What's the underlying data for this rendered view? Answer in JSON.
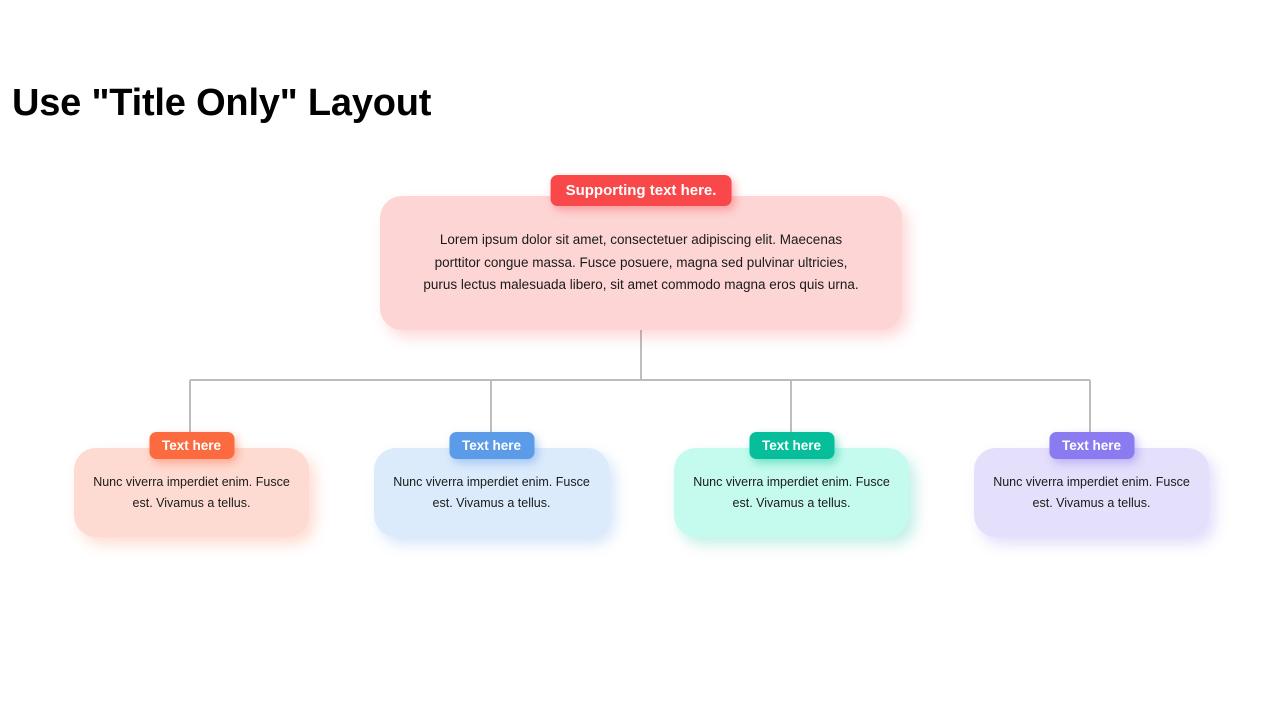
{
  "slide": {
    "title": "Use \"Title Only\" Layout",
    "background_color": "#FFFFFF"
  },
  "diagram": {
    "type": "org-chart",
    "connector_color": "#BDBDBD",
    "root": {
      "pill_label": "Supporting text here.",
      "body_text": "Lorem ipsum dolor sit amet, consectetuer adipiscing elit. Maecenas porttitor congue massa. Fusce posuere, magna sed pulvinar ultricies, purus lectus malesuada libero, sit amet commodo magna eros quis urna.",
      "pill_color": "#F9484A",
      "card_color": "#FDD5D5"
    },
    "children": [
      {
        "pill_label": "Text here",
        "body_text": "Nunc viverra imperdiet enim. Fusce est. Vivamus a tellus.",
        "pill_color": "#FB6B3F",
        "card_color": "#FEDBD2"
      },
      {
        "pill_label": "Text here",
        "body_text": "Nunc viverra imperdiet enim. Fusce est. Vivamus a tellus.",
        "pill_color": "#5B9BE8",
        "card_color": "#DCEBFB"
      },
      {
        "pill_label": "Text here",
        "body_text": "Nunc viverra imperdiet enim. Fusce est. Vivamus a tellus.",
        "pill_color": "#06BF9A",
        "card_color": "#C5FBEE"
      },
      {
        "pill_label": "Text here",
        "body_text": "Nunc viverra imperdiet enim. Fusce est. Vivamus a tellus.",
        "pill_color": "#8A7BF0",
        "card_color": "#E4DFFB"
      }
    ]
  }
}
